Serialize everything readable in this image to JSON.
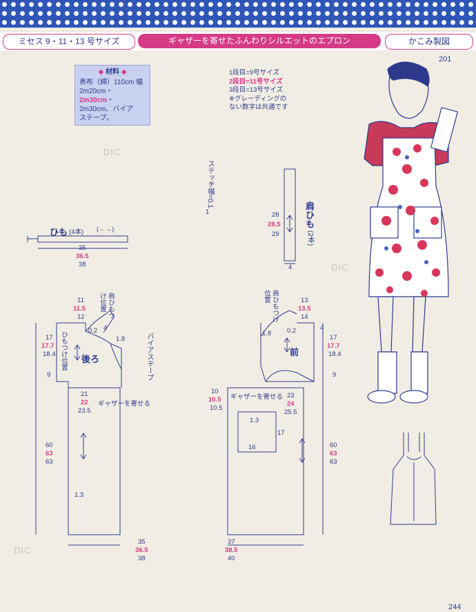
{
  "header": {
    "size_tab": "ミセス 9・11・13 号サイズ",
    "title_tab": "ギャザーを寄せたふんわりシルエットのエプロン",
    "cut_tab": "かこみ製図",
    "page_top": "201",
    "page_bottom": "244"
  },
  "materials": {
    "heading": "材料",
    "line1": "表布（綿）110cm 幅 2m20cm・",
    "line2_red": "2m30cm",
    "line2_rest": "・2m30cm、バイア",
    "line3": "ステープ。"
  },
  "legend": {
    "l1": "1段目=9号サイズ",
    "l2": "2段目=11号サイズ",
    "l3": "3段目=13号サイズ",
    "l4": "※グレーディングの",
    "l5": "ない数字は共通です"
  },
  "stitch_note": "ステッチ幅=0.1",
  "stitch_one": "1",
  "strap": {
    "label": "ひも",
    "count": "(4本)",
    "arrow": "(←→)",
    "m1": "35",
    "m2": "36.5",
    "m3": "38"
  },
  "shoulder_strap": {
    "label": "肩ひも",
    "count": "(2本)",
    "m1": "28",
    "m2": "28.5",
    "m3": "29",
    "width": "4"
  },
  "back": {
    "label": "後ろ",
    "top1": "11",
    "top2": "11.5",
    "top3": "12",
    "strap_pos": "肩ひもつけ位置",
    "h1": "17",
    "h2": "17.7",
    "h3": "18.4",
    "strap_pos_side": "ひもつけ位置",
    "d02": "0.2",
    "d4": "4",
    "d18": "1.8",
    "d9": "9",
    "bias": "バイアステープ",
    "w1": "21",
    "w2": "22",
    "w3": "23.5",
    "gather": "ギャザーを寄せる",
    "l1": "60",
    "l2": "63",
    "l3": "63",
    "d13": "1.3",
    "b1": "35",
    "b2": "36.5",
    "b3": "38"
  },
  "front": {
    "label": "前",
    "top1": "13",
    "top2": "13.5",
    "top3": "14",
    "strap_pos": "肩ひもつけ位置",
    "d02": "0.2",
    "d4": "4",
    "d18": "1.8",
    "h1": "17",
    "h2": "17.7",
    "h3": "18.4",
    "d9": "9",
    "s1": "10",
    "s2": "10.5",
    "s3": "10.5",
    "gather": "ギャザーを寄せる",
    "w1": "23",
    "w2": "24",
    "w3": "25.5",
    "p13": "1.3",
    "p17": "17",
    "p16": "16",
    "l1": "60",
    "l2": "63",
    "l3": "63",
    "b1": "37",
    "b2": "38.5",
    "b3": "40"
  },
  "watermark": "DIC"
}
